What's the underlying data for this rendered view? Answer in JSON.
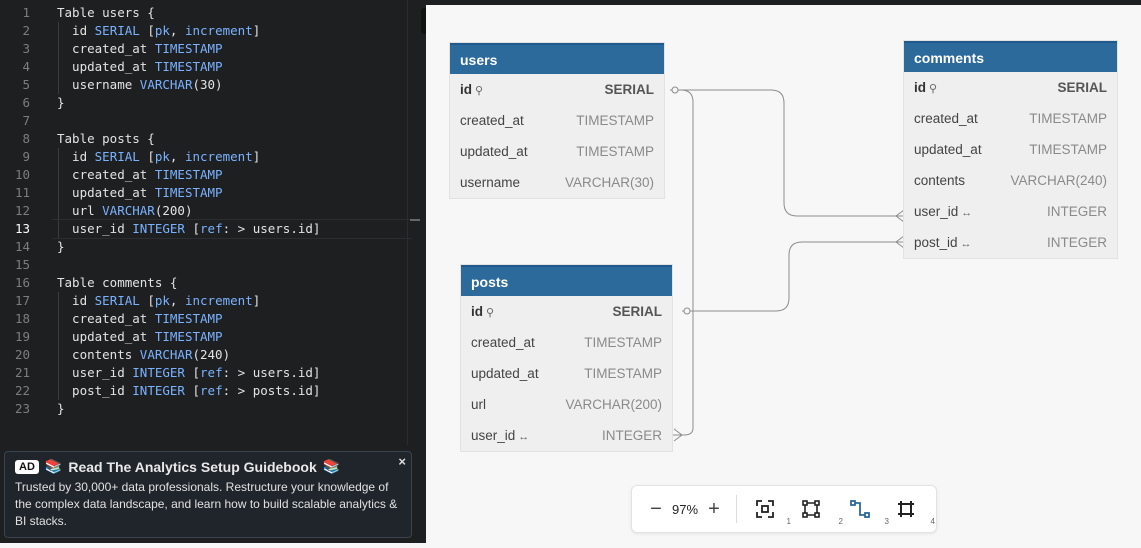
{
  "editor": {
    "lines": [
      {
        "n": "1",
        "tokens": [
          {
            "t": "Table users {"
          }
        ]
      },
      {
        "n": "2",
        "tokens": [
          {
            "t": "  id "
          },
          {
            "t": "SERIAL",
            "c": "kw"
          },
          {
            "t": " ["
          },
          {
            "t": "pk",
            "c": "kw"
          },
          {
            "t": ", "
          },
          {
            "t": "increment",
            "c": "kw"
          },
          {
            "t": "]"
          }
        ]
      },
      {
        "n": "3",
        "tokens": [
          {
            "t": "  created_at "
          },
          {
            "t": "TIMESTAMP",
            "c": "kw"
          }
        ]
      },
      {
        "n": "4",
        "tokens": [
          {
            "t": "  updated_at "
          },
          {
            "t": "TIMESTAMP",
            "c": "kw"
          }
        ]
      },
      {
        "n": "5",
        "tokens": [
          {
            "t": "  username "
          },
          {
            "t": "VARCHAR",
            "c": "kw"
          },
          {
            "t": "(30)"
          }
        ]
      },
      {
        "n": "6",
        "tokens": [
          {
            "t": "}"
          }
        ]
      },
      {
        "n": "7",
        "tokens": []
      },
      {
        "n": "8",
        "tokens": [
          {
            "t": "Table posts {"
          }
        ]
      },
      {
        "n": "9",
        "tokens": [
          {
            "t": "  id "
          },
          {
            "t": "SERIAL",
            "c": "kw"
          },
          {
            "t": " ["
          },
          {
            "t": "pk",
            "c": "kw"
          },
          {
            "t": ", "
          },
          {
            "t": "increment",
            "c": "kw"
          },
          {
            "t": "]"
          }
        ]
      },
      {
        "n": "10",
        "tokens": [
          {
            "t": "  created_at "
          },
          {
            "t": "TIMESTAMP",
            "c": "kw"
          }
        ]
      },
      {
        "n": "11",
        "tokens": [
          {
            "t": "  updated_at "
          },
          {
            "t": "TIMESTAMP",
            "c": "kw"
          }
        ]
      },
      {
        "n": "12",
        "tokens": [
          {
            "t": "  url "
          },
          {
            "t": "VARCHAR",
            "c": "kw"
          },
          {
            "t": "(200)"
          }
        ]
      },
      {
        "n": "13",
        "active": true,
        "tokens": [
          {
            "t": "  user_id "
          },
          {
            "t": "INTEGER",
            "c": "kw"
          },
          {
            "t": " ["
          },
          {
            "t": "ref",
            "c": "kw"
          },
          {
            "t": ": > users.id]"
          }
        ]
      },
      {
        "n": "14",
        "tokens": [
          {
            "t": "}"
          }
        ]
      },
      {
        "n": "15",
        "tokens": []
      },
      {
        "n": "16",
        "tokens": [
          {
            "t": "Table comments {"
          }
        ]
      },
      {
        "n": "17",
        "tokens": [
          {
            "t": "  id "
          },
          {
            "t": "SERIAL",
            "c": "kw"
          },
          {
            "t": " ["
          },
          {
            "t": "pk",
            "c": "kw"
          },
          {
            "t": ", "
          },
          {
            "t": "increment",
            "c": "kw"
          },
          {
            "t": "]"
          }
        ]
      },
      {
        "n": "18",
        "tokens": [
          {
            "t": "  created_at "
          },
          {
            "t": "TIMESTAMP",
            "c": "kw"
          }
        ]
      },
      {
        "n": "19",
        "tokens": [
          {
            "t": "  updated_at "
          },
          {
            "t": "TIMESTAMP",
            "c": "kw"
          }
        ]
      },
      {
        "n": "20",
        "tokens": [
          {
            "t": "  contents "
          },
          {
            "t": "VARCHAR",
            "c": "kw"
          },
          {
            "t": "(240)"
          }
        ]
      },
      {
        "n": "21",
        "tokens": [
          {
            "t": "  user_id "
          },
          {
            "t": "INTEGER",
            "c": "kw"
          },
          {
            "t": " ["
          },
          {
            "t": "ref",
            "c": "kw"
          },
          {
            "t": ": > users.id]"
          }
        ]
      },
      {
        "n": "22",
        "tokens": [
          {
            "t": "  post_id "
          },
          {
            "t": "INTEGER",
            "c": "kw"
          },
          {
            "t": " ["
          },
          {
            "t": "ref",
            "c": "kw"
          },
          {
            "t": ": > posts.id]"
          }
        ]
      },
      {
        "n": "23",
        "tokens": [
          {
            "t": "}"
          }
        ]
      }
    ]
  },
  "ad": {
    "badge": "AD",
    "emoji": "📚",
    "title": "Read The Analytics Setup Guidebook",
    "body": "Trusted by 30,000+ data professionals. Restructure your knowledge of the complex data landscape, and learn how to build scalable analytics & BI stacks.",
    "close": "×"
  },
  "diagram": {
    "tables": {
      "users": {
        "name": "users",
        "fields": [
          {
            "name": "id",
            "type": "SERIAL",
            "pk": true,
            "icon": "key-icon"
          },
          {
            "name": "created_at",
            "type": "TIMESTAMP"
          },
          {
            "name": "updated_at",
            "type": "TIMESTAMP"
          },
          {
            "name": "username",
            "type": "VARCHAR(30)"
          }
        ]
      },
      "posts": {
        "name": "posts",
        "fields": [
          {
            "name": "id",
            "type": "SERIAL",
            "pk": true,
            "icon": "key-icon"
          },
          {
            "name": "created_at",
            "type": "TIMESTAMP"
          },
          {
            "name": "updated_at",
            "type": "TIMESTAMP"
          },
          {
            "name": "url",
            "type": "VARCHAR(200)"
          },
          {
            "name": "user_id",
            "type": "INTEGER",
            "icon": "link-icon"
          }
        ]
      },
      "comments": {
        "name": "comments",
        "fields": [
          {
            "name": "id",
            "type": "SERIAL",
            "pk": true,
            "icon": "key-icon"
          },
          {
            "name": "created_at",
            "type": "TIMESTAMP"
          },
          {
            "name": "updated_at",
            "type": "TIMESTAMP"
          },
          {
            "name": "contents",
            "type": "VARCHAR(240)"
          },
          {
            "name": "user_id",
            "type": "INTEGER",
            "icon": "link-icon"
          },
          {
            "name": "post_id",
            "type": "INTEGER",
            "icon": "link-icon"
          }
        ]
      }
    }
  },
  "toolbar": {
    "zoom": "97%",
    "fit_sub": "1",
    "auto_layout_sub": "2",
    "line_style_sub": "3",
    "frame_sub": "4"
  }
}
